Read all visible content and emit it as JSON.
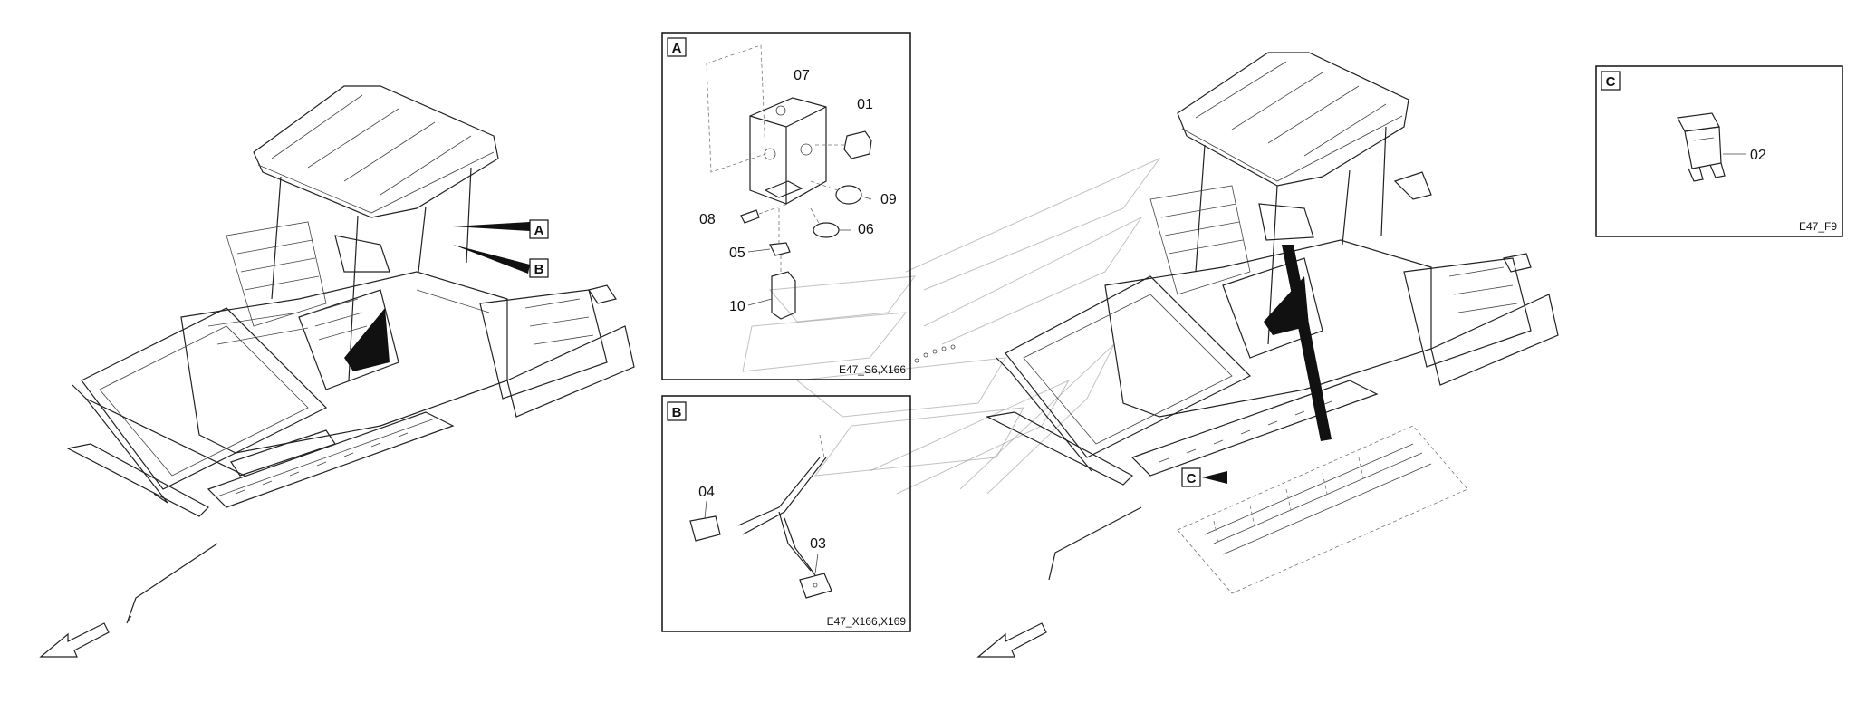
{
  "views": {
    "A": {
      "letter": "A",
      "caption": "E47_S6,X166",
      "parts": [
        "07",
        "01",
        "09",
        "08",
        "06",
        "05",
        "10"
      ]
    },
    "B": {
      "letter": "B",
      "caption": "E47_X166,X169",
      "parts": [
        "04",
        "03"
      ]
    },
    "C": {
      "letter": "C",
      "caption": "E47_F9",
      "parts": [
        "02"
      ]
    }
  },
  "callouts": {
    "left_a": "A",
    "left_b": "B",
    "right_c": "C"
  }
}
